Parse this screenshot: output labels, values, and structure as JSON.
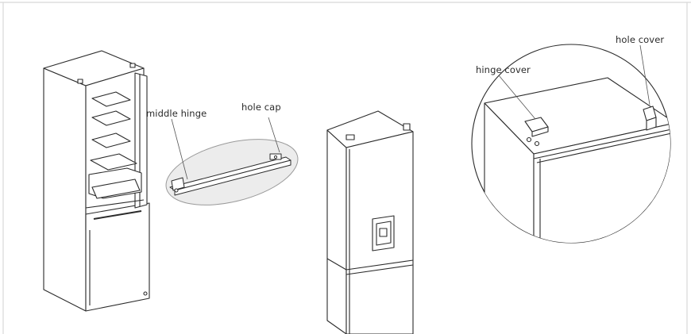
{
  "labels": {
    "middle_hinge": "middle hinge",
    "hole_cap": "hole cap",
    "hinge_cover": "hinge cover",
    "hole_cover": "hole cover"
  },
  "colors": {
    "line": "#2b2b2b",
    "light_line": "#9a9a9a",
    "ellipse_fill": "#ececec",
    "frame_border": "#d8d8d8"
  }
}
